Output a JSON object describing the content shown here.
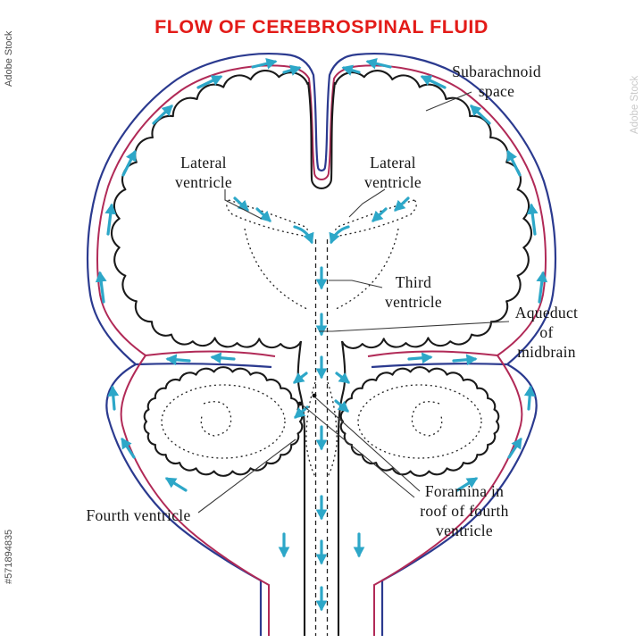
{
  "title": "FLOW OF CEREBROSPINAL FLUID",
  "labels": {
    "subarachnoid_line1": "Subarachnoid",
    "subarachnoid_line2": "space",
    "lateral_left_line1": "Lateral",
    "lateral_left_line2": "ventricle",
    "lateral_right_line1": "Lateral",
    "lateral_right_line2": "ventricle",
    "third_line1": "Third",
    "third_line2": "ventricle",
    "aqueduct_line1": "Aqueduct",
    "aqueduct_line2": "of",
    "aqueduct_line3": "midbrain",
    "fourth": "Fourth ventricle",
    "foramina_line1": "Foramina in",
    "foramina_line2": "roof of fourth",
    "foramina_line3": "ventricle"
  },
  "watermarks": {
    "left_brand": "Adobe Stock",
    "left_id": "#571894835",
    "right_brand": "Adobe Stock"
  },
  "colors": {
    "title_red": "#e31b18",
    "dura_blue": "#2b3a8f",
    "arachnoid_red": "#b12a57",
    "csf_arrow_teal": "#2da7c8",
    "line_black": "#1a1a1a"
  }
}
